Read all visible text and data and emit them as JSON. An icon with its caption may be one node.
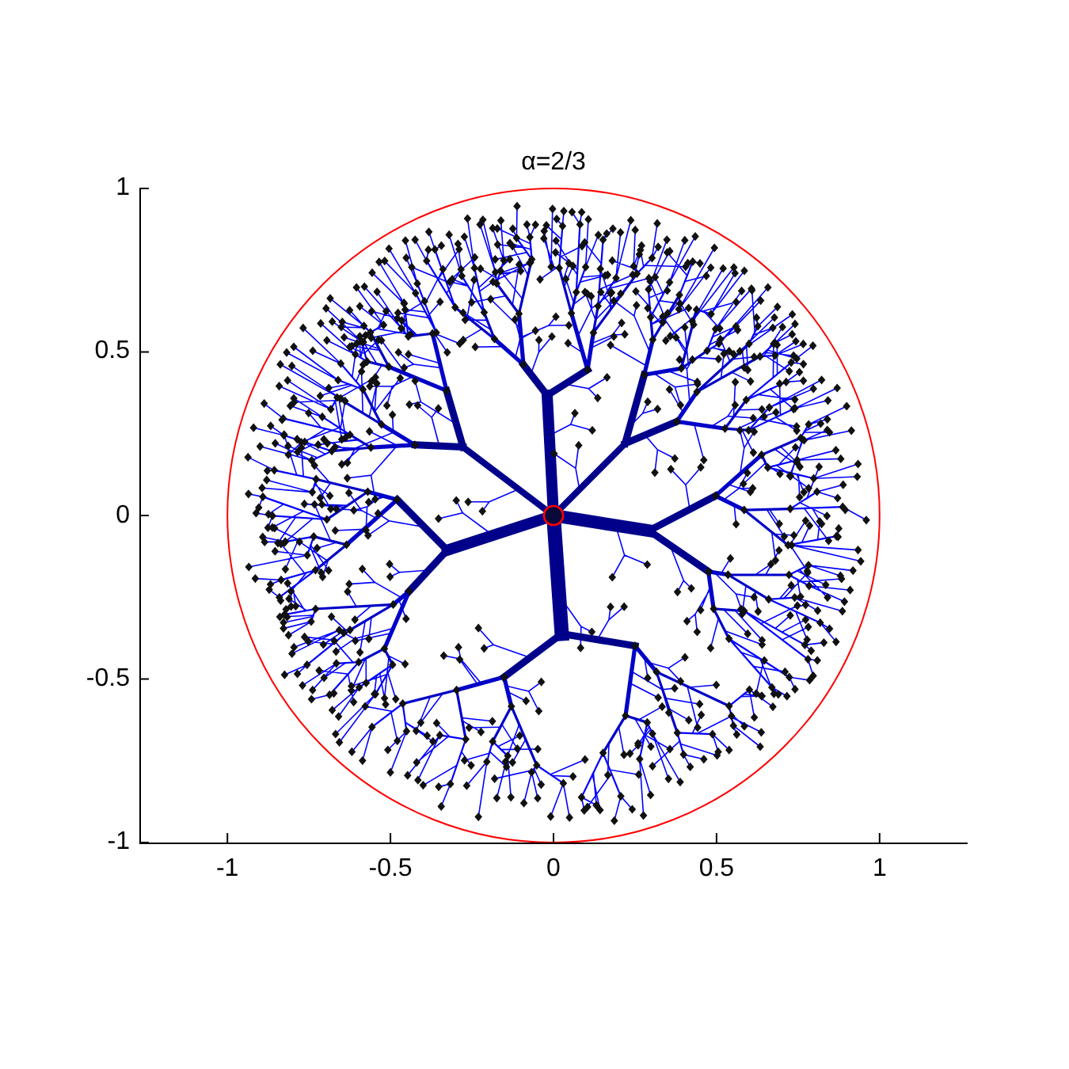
{
  "diagram": {
    "chart_data": {
      "type": "scatter",
      "title": "α=2/3",
      "xlim": [
        -1.27,
        1.27
      ],
      "ylim": [
        -1,
        1
      ],
      "xticks": [
        -1,
        -0.5,
        0,
        0.5,
        1
      ],
      "yticks": [
        -1,
        -0.5,
        0,
        0.5,
        1
      ]
    }
  }
}
